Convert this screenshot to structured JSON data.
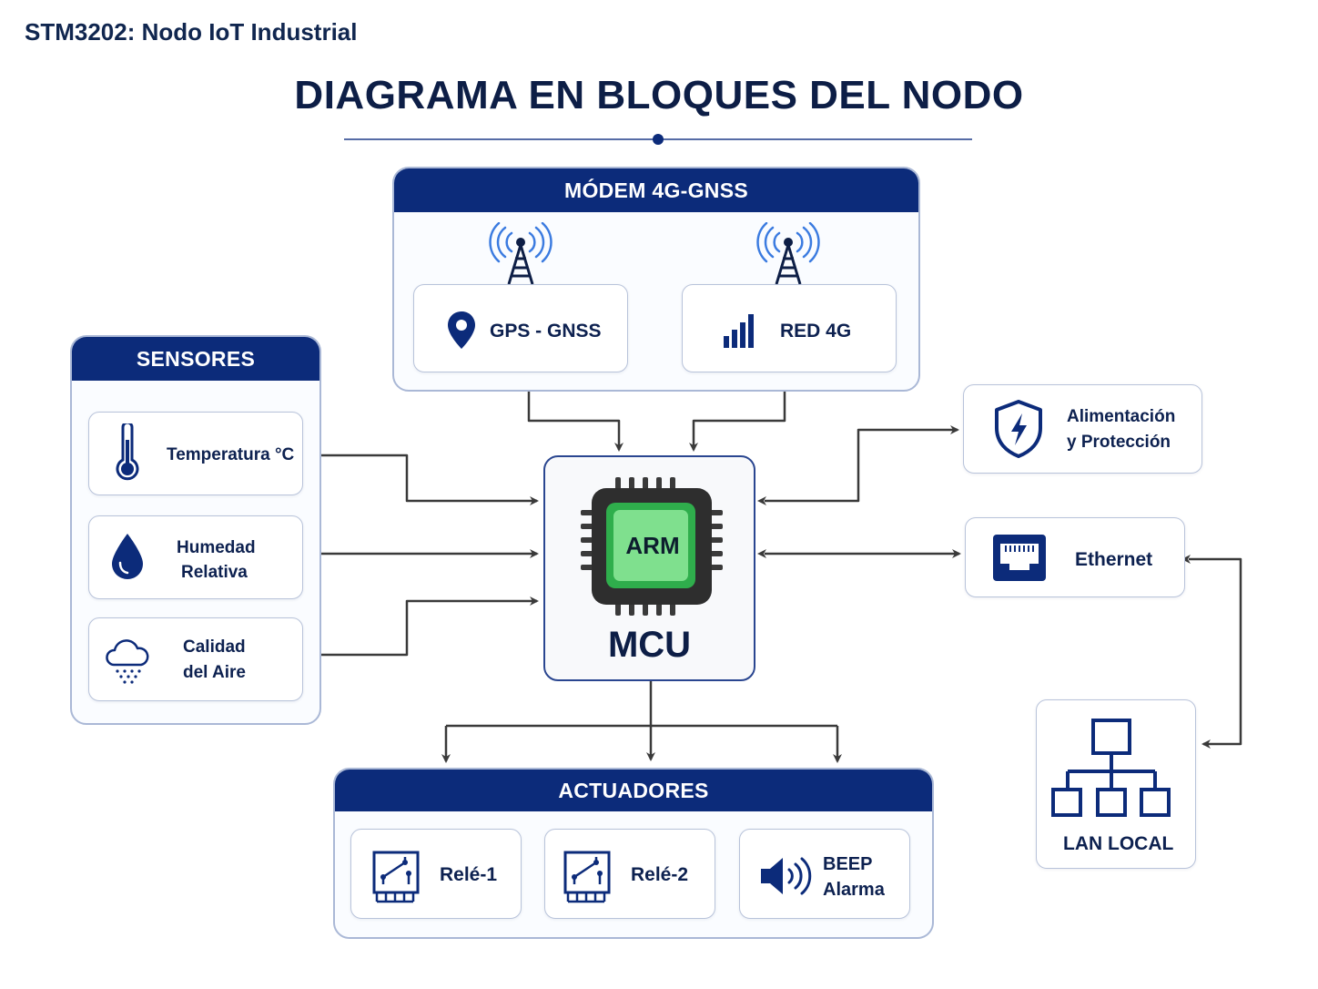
{
  "doc_title": "STM3202: Nodo IoT Industrial",
  "main_title": "DIAGRAMA EN BLOQUES DEL NODO",
  "modem": {
    "header": "MÓDEM 4G-GNSS",
    "gps_label": "GPS - GNSS",
    "red_label": "RED 4G"
  },
  "sensores": {
    "header": "SENSORES",
    "temperatura": "Temperatura °C",
    "humedad_line1": "Humedad",
    "humedad_line2": "Relativa",
    "calidad_line1": "Calidad",
    "calidad_line2": "del Aire"
  },
  "mcu": {
    "chip_label": "ARM",
    "label": "MCU"
  },
  "power": {
    "line1": "Alimentación",
    "line2": "y Protección"
  },
  "ethernet": {
    "label": "Ethernet"
  },
  "lan": {
    "label": "LAN LOCAL"
  },
  "actuadores": {
    "header": "ACTUADORES",
    "rele1": "Relé-1",
    "rele2": "Relé-2",
    "beep_line1": "BEEP",
    "beep_line2": "Alarma"
  },
  "colors": {
    "navy": "#0c2b7a",
    "border": "#aab8d6",
    "accent_blue": "#3b7be0",
    "chip_green": "#48c864",
    "wire": "#3a3a3a"
  },
  "icons": [
    "antenna-tower-icon",
    "location-pin-icon",
    "signal-bars-icon",
    "thermometer-icon",
    "water-drop-icon",
    "cloud-rain-icon",
    "chip-icon",
    "shield-bolt-icon",
    "ethernet-port-icon",
    "network-tree-icon",
    "relay-icon",
    "speaker-icon"
  ]
}
